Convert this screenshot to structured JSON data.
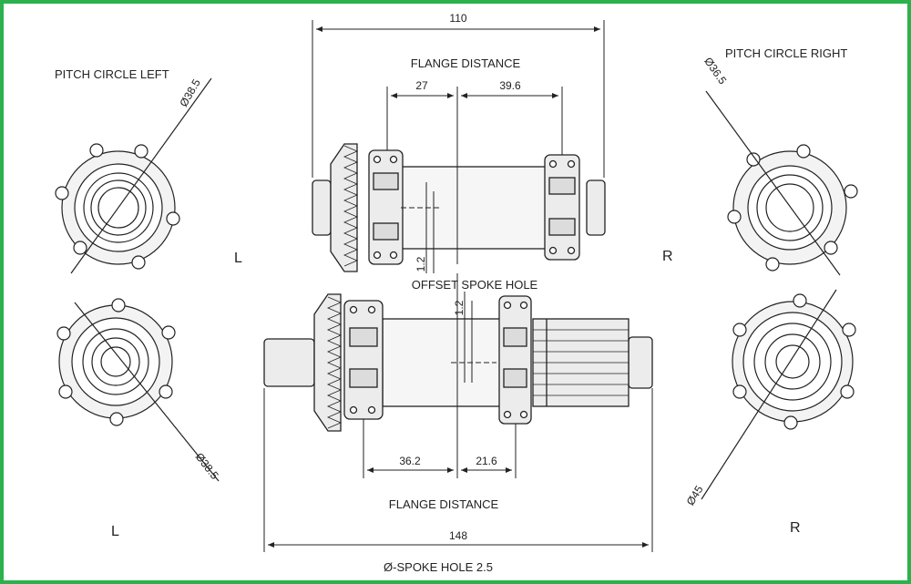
{
  "colors": {
    "frame": "#2bb24c",
    "line": "#222222",
    "part_fill": "#e9e9e9"
  },
  "labels": {
    "pitch_circle_left": "PITCH CIRCLE LEFT",
    "pitch_circle_right": "PITCH CIRCLE RIGHT",
    "flange_distance_top": "FLANGE DISTANCE",
    "flange_distance_bottom": "FLANGE DISTANCE",
    "offset_spoke_hole": "OFFSET SPOKE HOLE",
    "spoke_hole": "Ø-SPOKE HOLE  2.5",
    "side_L_top": "L",
    "side_R_top": "R",
    "side_L_bottom": "L",
    "side_R_bottom": "R"
  },
  "dimensions": {
    "top_overall": "110",
    "top_left_flange": "27",
    "top_right_flange": "39.6",
    "top_offset": "1.2",
    "bottom_offset": "1.2",
    "bottom_left_flange": "36.2",
    "bottom_right_flange": "21.6",
    "bottom_overall": "148",
    "pcd_top_left": "Ø38.5",
    "pcd_bottom_left": "Ø38.5",
    "pcd_top_right": "Ø36.5",
    "pcd_bottom_right": "Ø45"
  }
}
